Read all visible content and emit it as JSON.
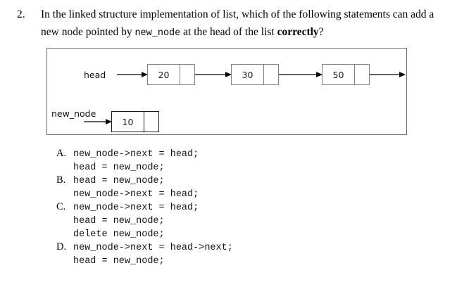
{
  "question": {
    "number": "2.",
    "part1": "In the linked structure implementation of list, which of the following statements can add a new node pointed by ",
    "code_inline": "new_node",
    "part2": " at the head of the list ",
    "emphasis": "correctly",
    "part3": "?"
  },
  "diagram": {
    "head_label": "head",
    "new_node_label": "new_node",
    "list_nodes": [
      {
        "value": "20"
      },
      {
        "value": "30"
      },
      {
        "value": "50"
      }
    ],
    "new_node": {
      "value": "10",
      "next": "null"
    },
    "colors": {
      "frame_border": "#6b6b6b",
      "node_border_gray": "#808080",
      "node_border_black": "#1a1a1a",
      "arrow": "#000000"
    }
  },
  "options": [
    {
      "letter": "A.",
      "lines": [
        "new_node->next = head;",
        "head = new_node;"
      ]
    },
    {
      "letter": "B.",
      "lines": [
        "head = new_node;",
        "new_node->next = head;"
      ]
    },
    {
      "letter": "C.",
      "lines": [
        "new_node->next = head;",
        "head = new_node;",
        "delete new_node;"
      ]
    },
    {
      "letter": "D.",
      "lines": [
        "new_node->next = head->next;",
        "head = new_node;"
      ]
    }
  ]
}
